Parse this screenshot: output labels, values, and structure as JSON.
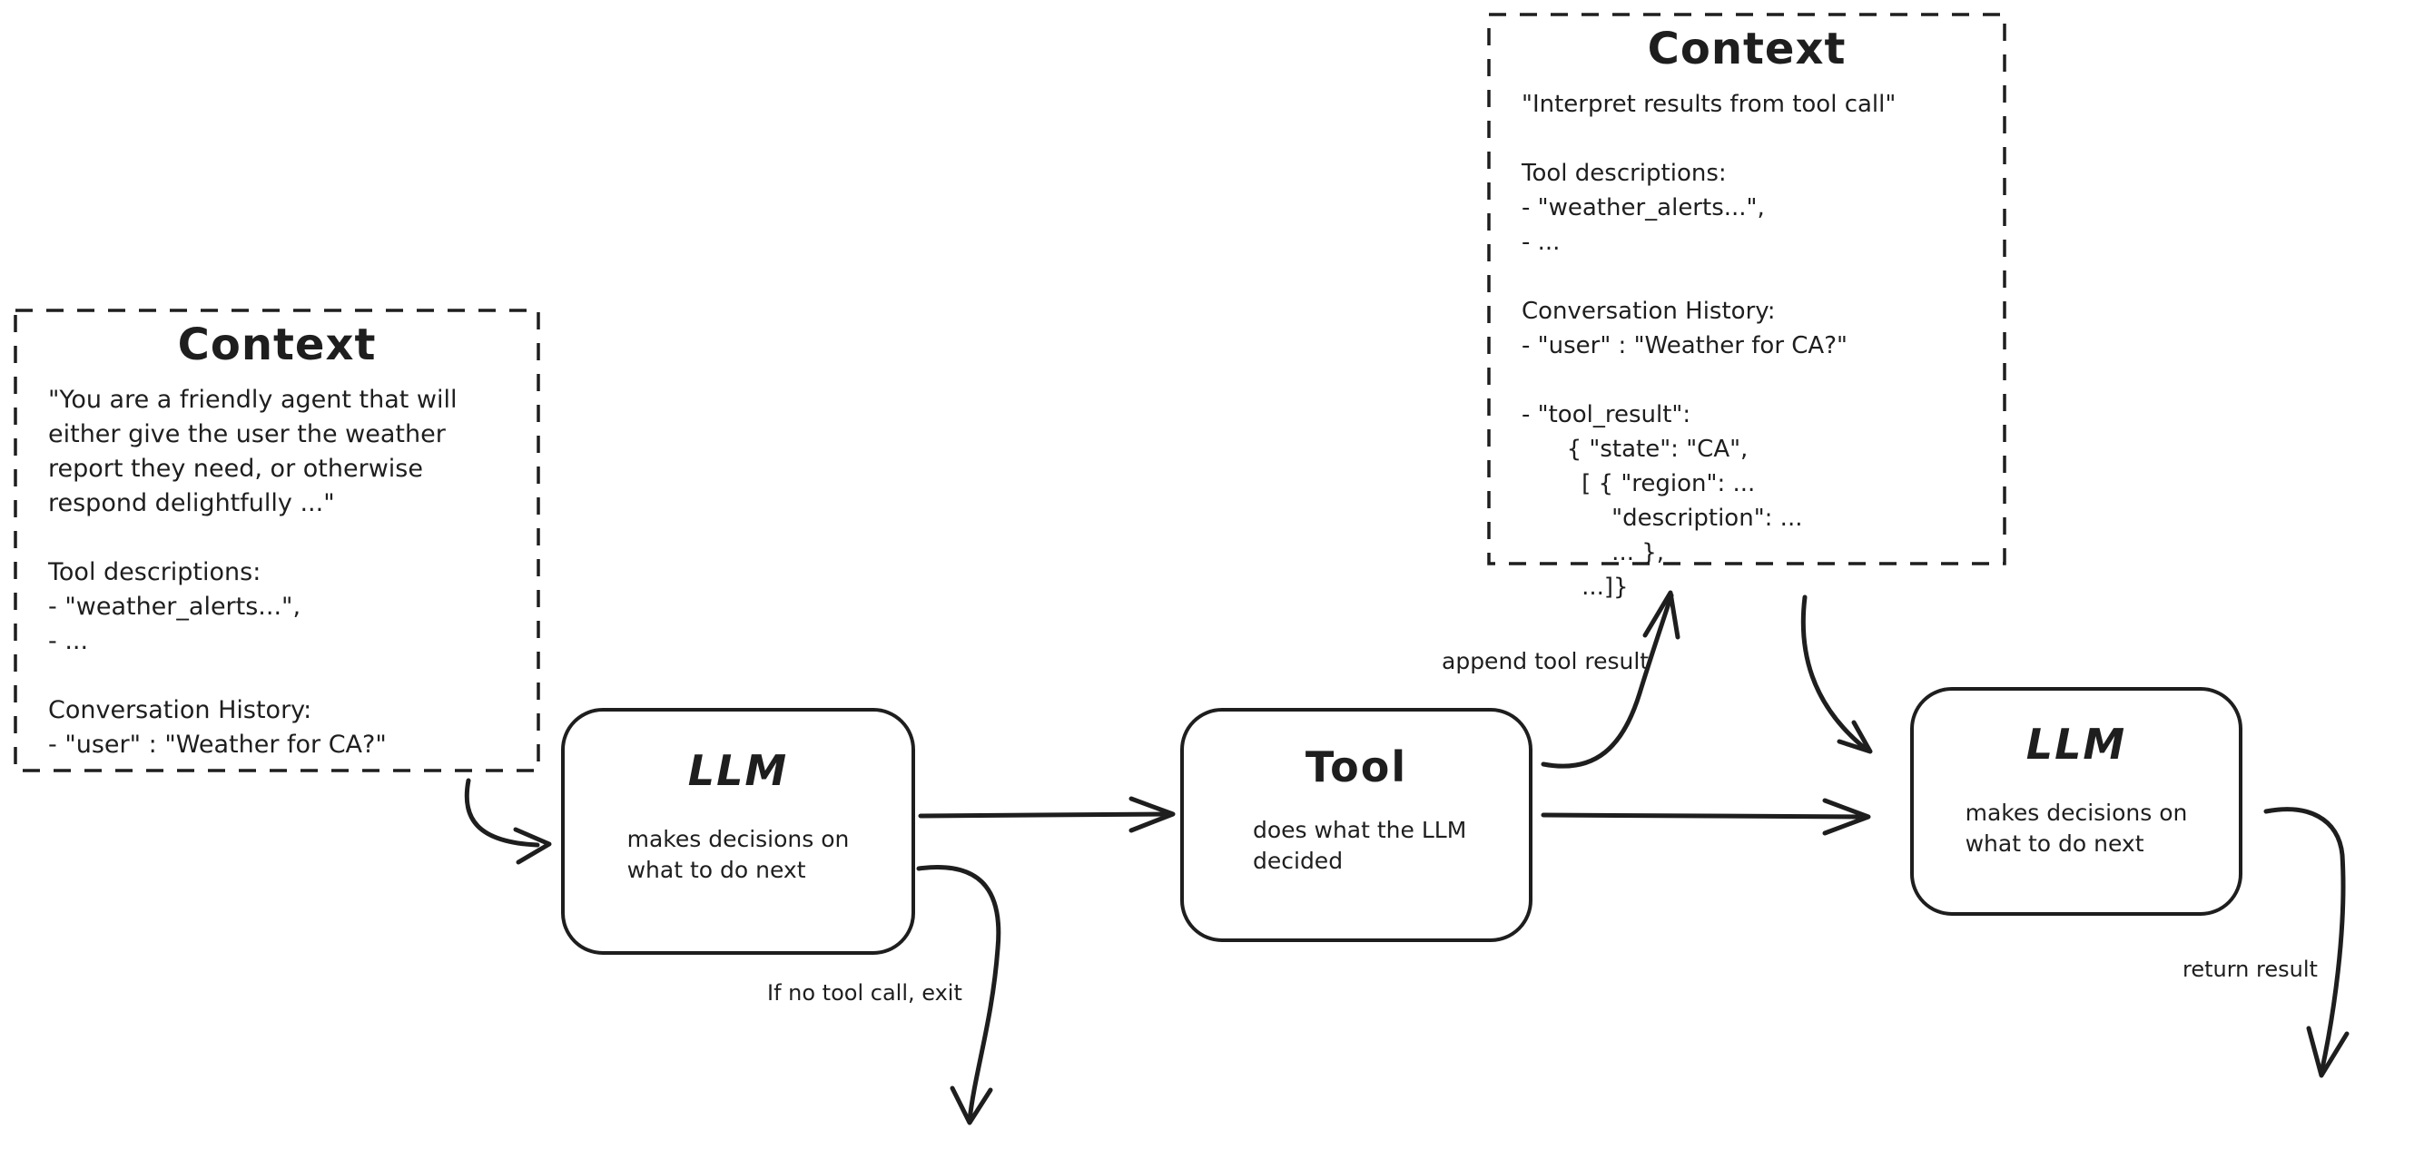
{
  "colors": {
    "stroke": "#1e1e1e",
    "background": "#ffffff"
  },
  "nodes": {
    "context1": {
      "title": "Context",
      "body": "\"You are a friendly agent that will\neither give the user the weather\nreport they need, or otherwise\nrespond delightfully ...\"\n\nTool descriptions:\n- \"weather_alerts...\",\n- ...\n\nConversation History:\n- \"user\" : \"Weather for CA?\""
    },
    "context2": {
      "title": "Context",
      "body": "\"Interpret results from tool call\"\n\nTool descriptions:\n- \"weather_alerts...\",\n- ...\n\nConversation History:\n- \"user\" : \"Weather for CA?\"\n\n- \"tool_result\":\n      { \"state\": \"CA\",\n        [ { \"region\": ...\n            \"description\": ...\n            ... },\n        ...]}"
    },
    "llm1": {
      "title": "LLM",
      "caption": "makes decisions on\nwhat to do next"
    },
    "tool": {
      "title": "Tool",
      "caption": "does what the LLM\ndecided"
    },
    "llm2": {
      "title": "LLM",
      "caption": "makes decisions on\nwhat to do next"
    }
  },
  "edge_labels": {
    "append_tool_result": "append tool result",
    "if_no_tool_call_exit": "If no tool call, exit",
    "return_result": "return result"
  }
}
